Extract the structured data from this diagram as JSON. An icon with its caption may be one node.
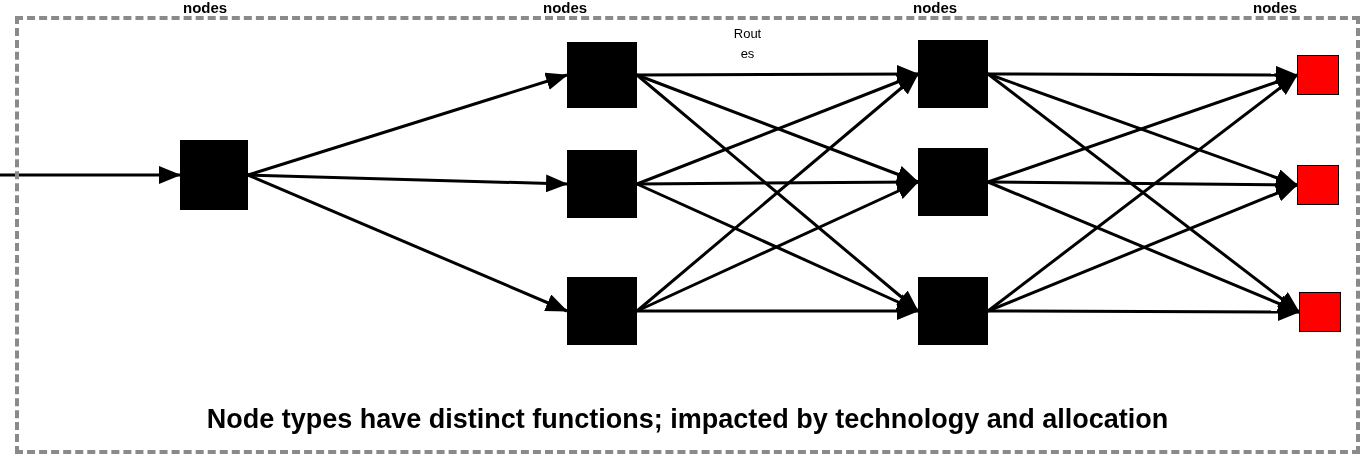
{
  "diagram": {
    "nodes": [
      {
        "text": [
          "Node types have distinct functions; impacted by technology and allocation"
        ]
      },
      {
        "text": [],
        "shape": "box",
        "in": 0
      },
      {
        "text": [],
        "shape": "box",
        "in": 0
      },
      {
        "text": [],
        "shape": "box",
        "in": 0
      },
      {
        "text": [],
        "shape": "box",
        "in": 0
      },
      {
        "text": [],
        "shape": "box",
        "in": 0
      },
      {
        "text": [],
        "shape": "box",
        "in": 0
      },
      {
        "text": [],
        "shape": "box",
        "in": 0
      },
      {
        "text": [],
        "shape": "box",
        "in": 0
      },
      {
        "text": [],
        "shape": "box",
        "in": 0
      },
      {
        "text": [],
        "shape": "box",
        "in": 0
      }
    ],
    "edges": [
      {
        "from": null,
        "to": 1,
        "arrow": "to"
      },
      {
        "from": 1,
        "to": 2,
        "arrow": "to"
      },
      {
        "from": 1,
        "to": 3,
        "arrow": "to"
      },
      {
        "from": 1,
        "to": 4,
        "arrow": "to"
      },
      {
        "from": 2,
        "to": 5,
        "arrow": "to",
        "label": "Rout es"
      },
      {
        "from": 2,
        "to": 6,
        "arrow": "to"
      },
      {
        "from": 2,
        "to": 7,
        "arrow": "to"
      },
      {
        "from": 3,
        "to": 5,
        "arrow": "to"
      },
      {
        "from": 3,
        "to": 6,
        "arrow": "to"
      },
      {
        "from": 3,
        "to": 7,
        "arrow": "to"
      },
      {
        "from": 4,
        "to": 5,
        "arrow": "to"
      },
      {
        "from": 4,
        "to": 6,
        "arrow": "to"
      },
      {
        "from": 4,
        "to": 7,
        "arrow": "to"
      },
      {
        "from": 5,
        "to": 8,
        "arrow": "to"
      },
      {
        "from": 5,
        "to": 9,
        "arrow": "to"
      },
      {
        "from": 5,
        "to": 10,
        "arrow": "to"
      },
      {
        "from": 6,
        "to": 8,
        "arrow": "to"
      },
      {
        "from": 6,
        "to": 9,
        "arrow": "to"
      },
      {
        "from": 6,
        "to": 10,
        "arrow": "to"
      },
      {
        "from": 7,
        "to": 8,
        "arrow": "to"
      },
      {
        "from": 7,
        "to": 9,
        "arrow": "to"
      },
      {
        "from": 7,
        "to": 10,
        "arrow": "to"
      }
    ],
    "labels": [
      "nodes",
      "nodes",
      "nodes",
      "nodes"
    ]
  }
}
